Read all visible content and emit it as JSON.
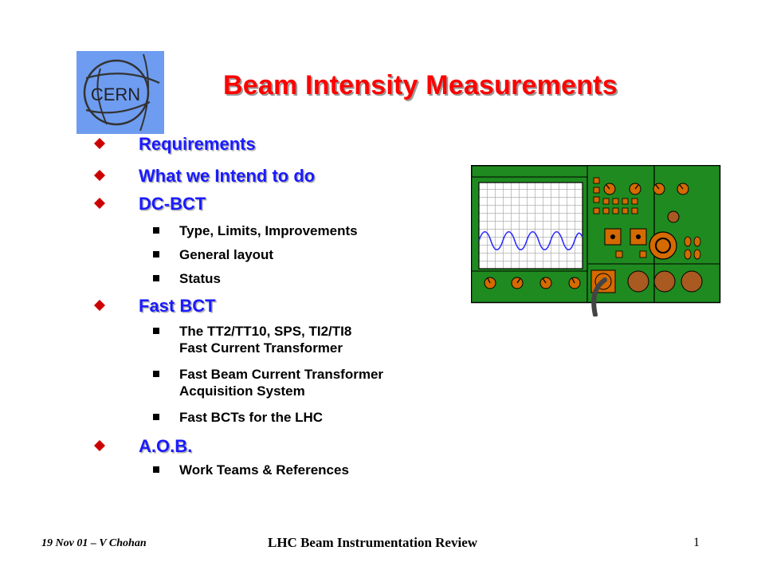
{
  "slide": {
    "logo_text": "CERN",
    "title": "Beam Intensity Measurements",
    "outline": [
      {
        "text": "Requirements",
        "items": []
      },
      {
        "text": "What we Intend to do",
        "items": []
      },
      {
        "text": "DC-BCT",
        "items": [
          {
            "text": "Type, Limits, Improvements"
          },
          {
            "text": "General layout"
          },
          {
            "text": "Status"
          }
        ]
      },
      {
        "text": "Fast BCT",
        "items": [
          {
            "line1": "The TT2/TT10, SPS, TI2/TI8",
            "line2": "Fast Current Transformer"
          },
          {
            "line1": "Fast Beam Current Transformer",
            "line2": "Acquisition System"
          },
          {
            "text": "Fast BCTs  for the LHC"
          }
        ]
      },
      {
        "text": "A.O.B.",
        "items": [
          {
            "text": "Work Teams & References"
          }
        ]
      }
    ]
  },
  "footer": {
    "left": "19 Nov 01 – V Chohan",
    "center": "LHC Beam Instrumentation Review",
    "page_number": "1"
  },
  "colors": {
    "title": "#ff0000",
    "level1_text": "#1a1aff",
    "bullet": "#cc0000",
    "logo_bg": "#6e9cf0",
    "scope_panel": "#1f8a1f",
    "scope_accent": "#d46a00"
  },
  "icons": {
    "level1_bullet": "red-diamond-bullet-icon",
    "level2_bullet": "black-square-bullet-icon",
    "logo": "cern-logo-icon",
    "illustration": "oscilloscope-icon"
  }
}
